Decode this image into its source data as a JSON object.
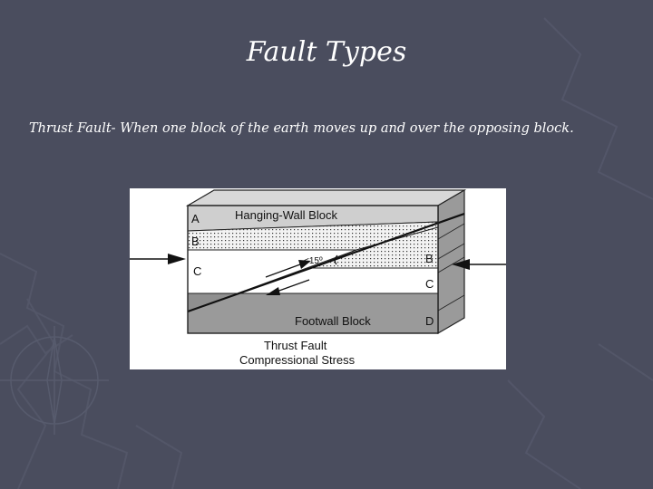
{
  "slide": {
    "title": "Fault Types",
    "body": "Thrust Fault- When one block of the earth moves up and over the opposing block."
  },
  "diagram": {
    "hanging_wall_label": "Hanging-Wall Block",
    "footwall_label": "Footwall Block",
    "layer_left_a": "A",
    "layer_left_b": "B",
    "layer_left_c": "C",
    "layer_right_b": "B",
    "layer_right_c": "C",
    "layer_right_d": "D",
    "angle_label": "<15º",
    "caption_line1": "Thrust  Fault",
    "caption_line2": "Compressional Stress"
  },
  "colors": {
    "background": "#4a4d5e",
    "layer_gray": "#c8c8c8",
    "layer_dark": "#8f8f8f"
  }
}
